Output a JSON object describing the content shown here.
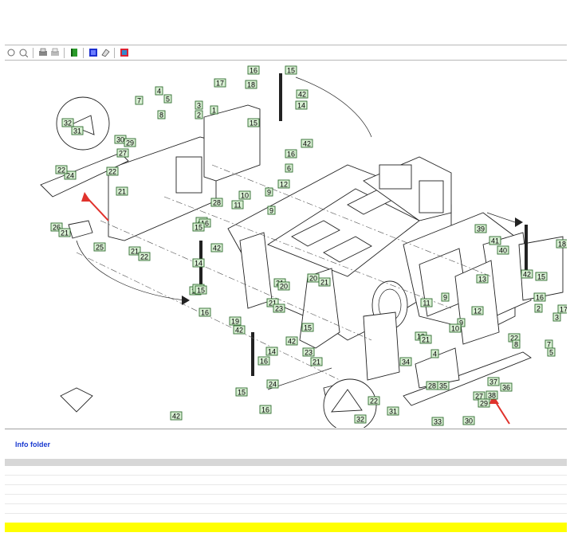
{
  "toolbar": {
    "icons": [
      "zoom-fit-icon",
      "zoom-actual-icon",
      "print-icon",
      "print-preview-icon",
      "book-icon",
      "select-icon",
      "eraser-icon",
      "export-icon"
    ]
  },
  "diagram": {
    "labels": [
      "16",
      "15",
      "17",
      "18",
      "42",
      "14",
      "4",
      "5",
      "7",
      "8",
      "3",
      "2",
      "1",
      "32",
      "31",
      "15",
      "42",
      "16",
      "30",
      "29",
      "27",
      "6",
      "22",
      "24",
      "22",
      "21",
      "12",
      "10",
      "9",
      "28",
      "11",
      "9",
      "42",
      "16",
      "15",
      "14",
      "26",
      "21",
      "25",
      "21",
      "22",
      "14",
      "42",
      "15",
      "39",
      "41",
      "40",
      "18",
      "42",
      "15",
      "16",
      "13",
      "2",
      "3",
      "17",
      "11",
      "9",
      "9",
      "10",
      "12",
      "21",
      "20",
      "20",
      "21",
      "21",
      "23",
      "15",
      "16",
      "42",
      "19",
      "42",
      "16",
      "14",
      "15",
      "23",
      "21",
      "19",
      "21",
      "22",
      "8",
      "7",
      "5",
      "4",
      "34",
      "28",
      "35",
      "36",
      "37",
      "38",
      "27",
      "29",
      "30",
      "22",
      "32",
      "31",
      "33",
      "24",
      "16",
      "15",
      "42"
    ]
  },
  "info_label": "Info folder"
}
